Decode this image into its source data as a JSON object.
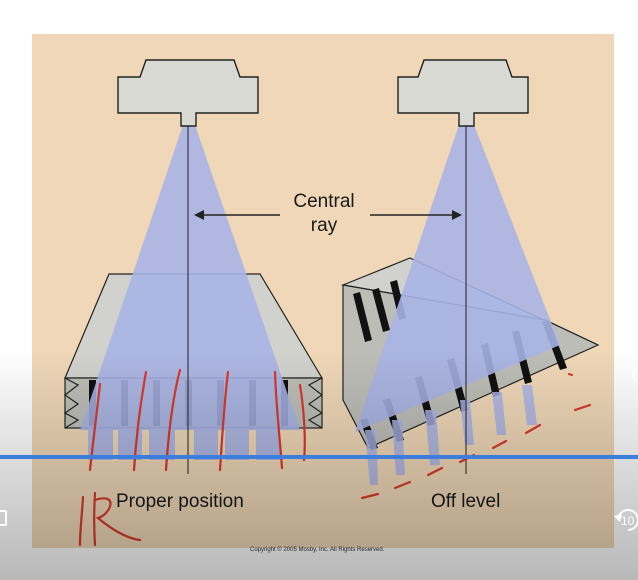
{
  "slide": {
    "central_ray_label": "Central ray",
    "proper_label": "Proper position",
    "off_label": "Off level",
    "copyright": "Copyright © 2005 Mosby, Inc. All Rights Reserved.",
    "annotation": "IR"
  },
  "player": {
    "progress_fraction": 1.0,
    "skip_seconds": "10",
    "accent_color": "#3d7ddb"
  },
  "colors": {
    "background": "#efd7b7",
    "beam": "#a9b4e6",
    "tube": "#d9d9d4",
    "grid_gray": "#cfcfcb",
    "ink_annotation": "#d8392b"
  }
}
